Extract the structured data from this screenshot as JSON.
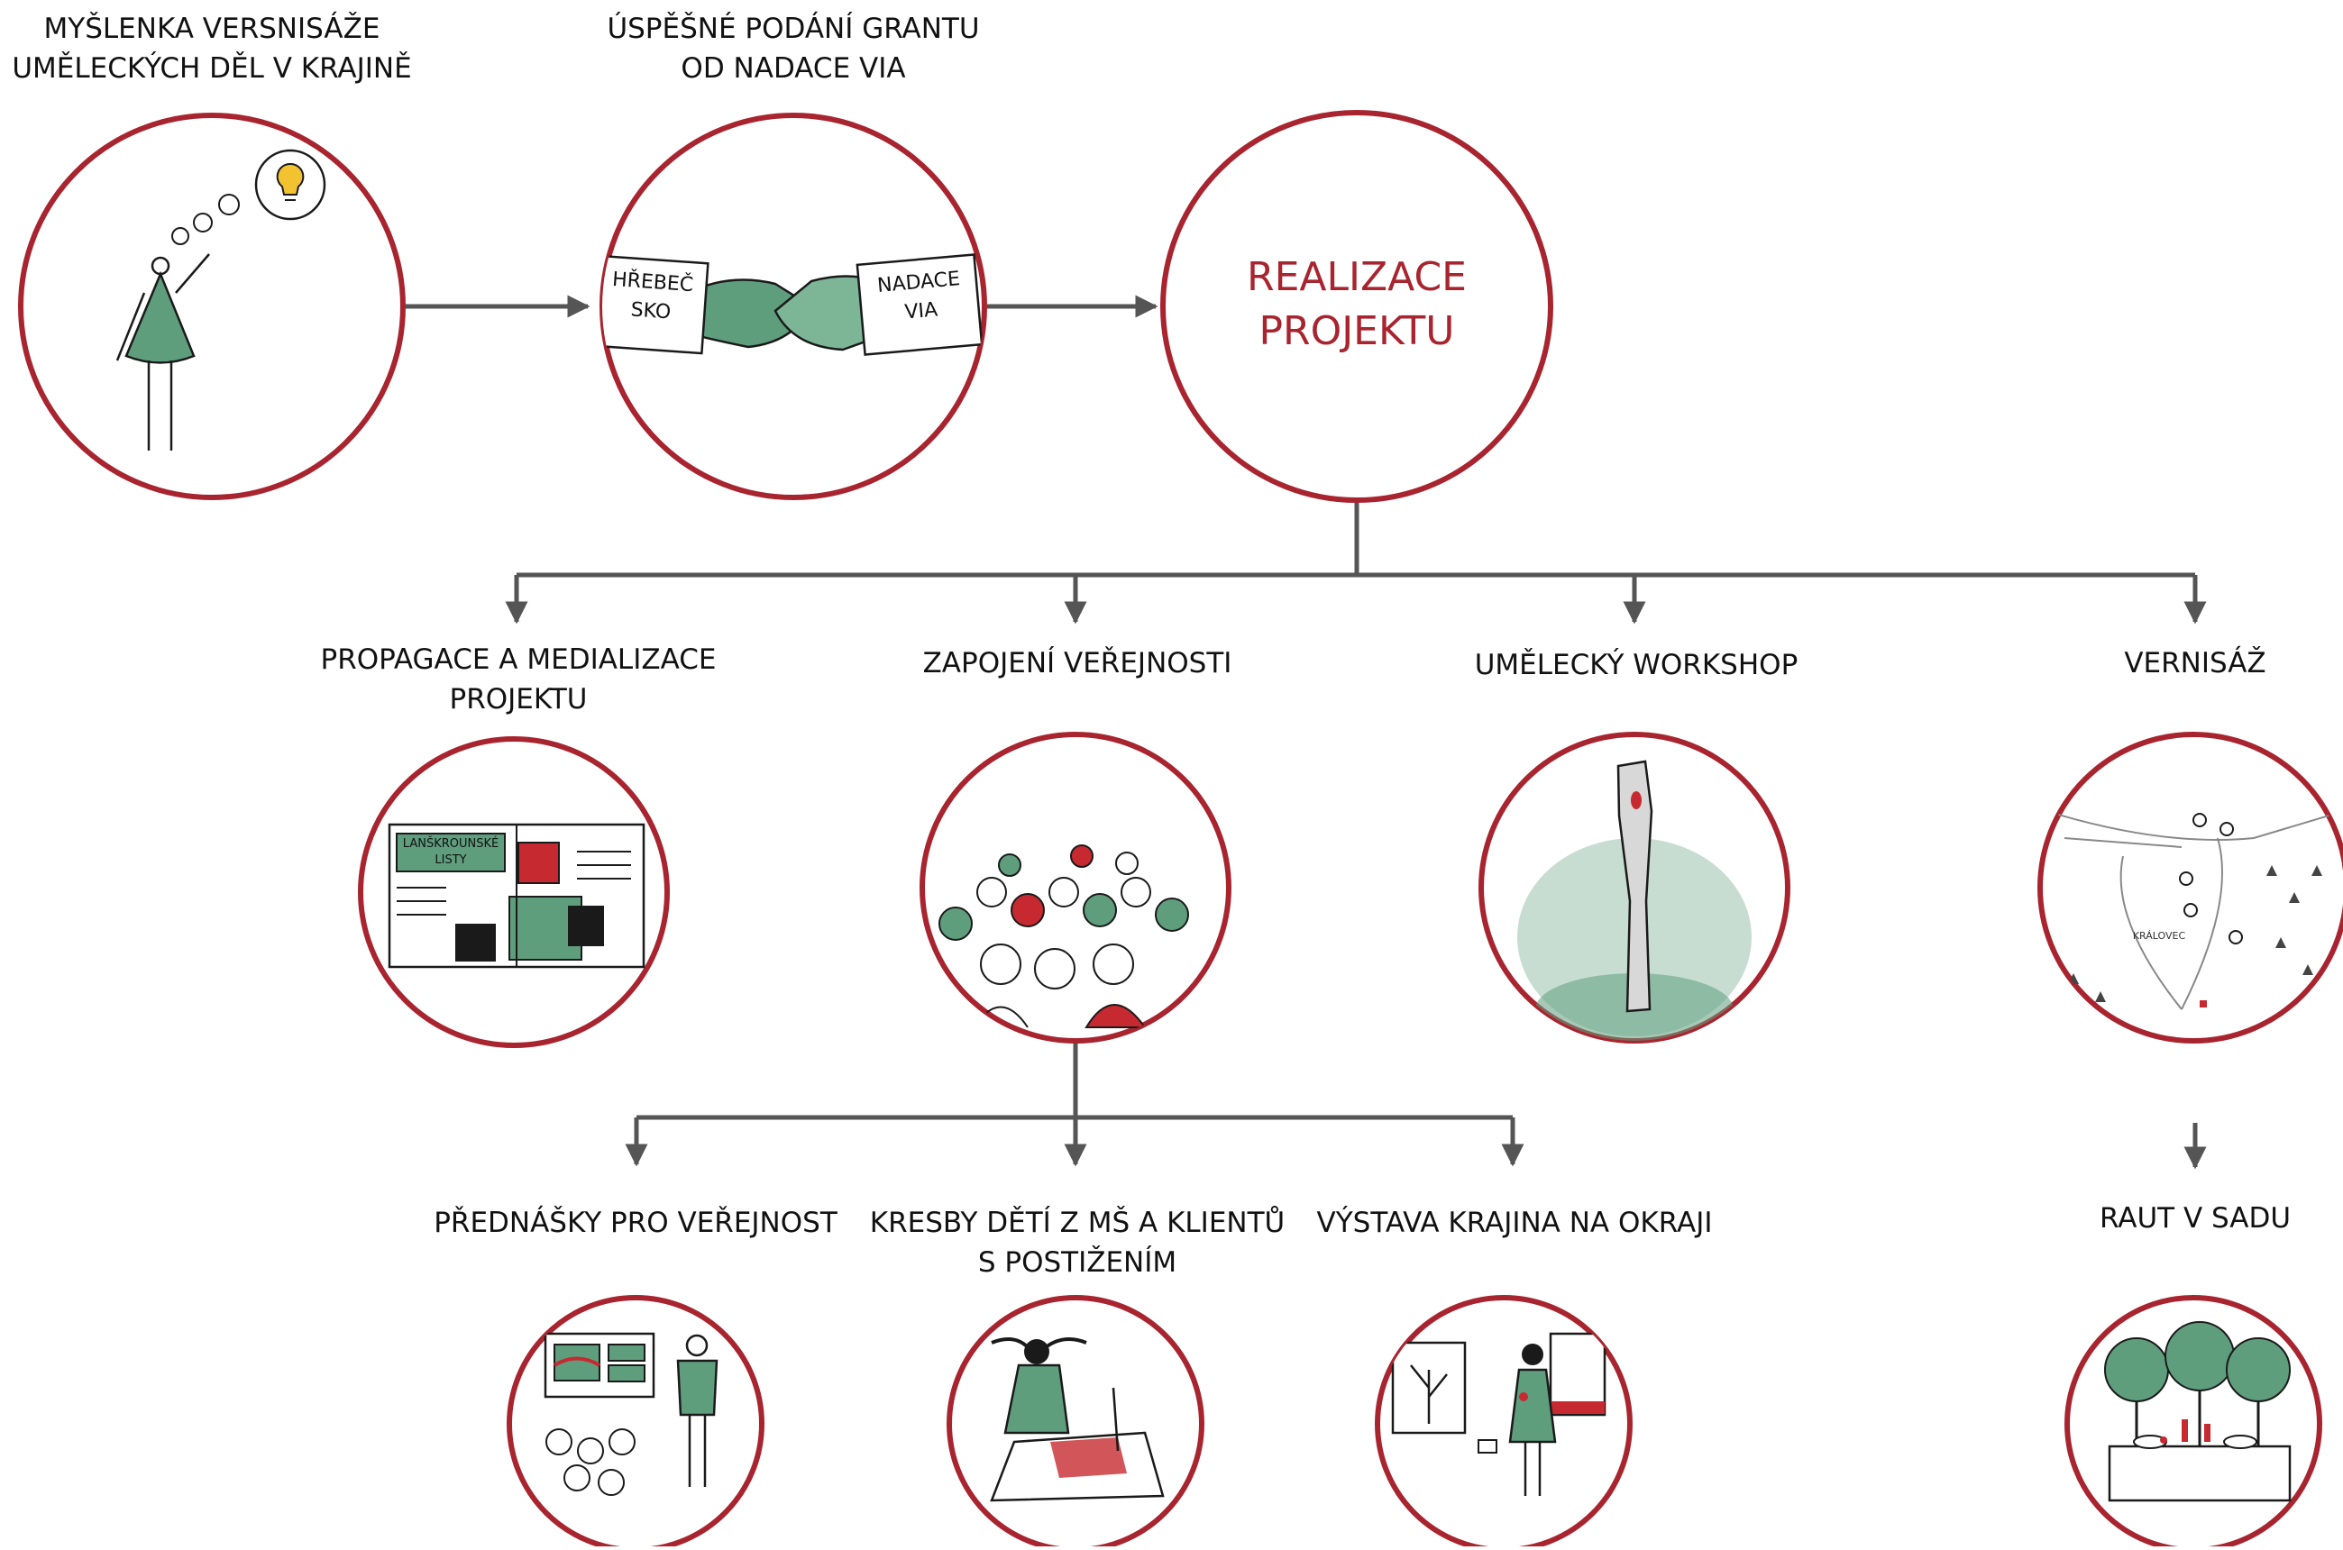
{
  "colors": {
    "ring": "#a8242f",
    "line": "#555555",
    "green": "#5f9e7d",
    "red": "#c62a30",
    "ink": "#1a1a1a",
    "bulb": "#f2c231"
  },
  "top": {
    "idea": {
      "line1": "MYŠLENKA VERSNISÁŽE",
      "line2": "UMĚLECKÝCH DĚL V KRAJINĚ"
    },
    "grant": {
      "line1": "ÚSPĚŠNÉ PODÁNÍ GRANTU",
      "line2": "OD NADACE VIA",
      "card_left_1": "HŘEBEČ",
      "card_left_2": "SKO",
      "card_right_1": "NADACE",
      "card_right_2": "VIA"
    },
    "center": {
      "line1": "REALIZACE",
      "line2": "PROJEKTU"
    }
  },
  "middle": {
    "propagace": {
      "line1": "PROPAGACE A MEDIALIZACE",
      "line2": "PROJEKTU",
      "paper_title": "LANŠKROUNSKÉ",
      "paper_sub": "LISTY"
    },
    "zapojeni": {
      "line1": "ZAPOJENÍ VEŘEJNOSTI"
    },
    "workshop": {
      "line1": "UMĚLECKÝ WORKSHOP"
    },
    "vernisaz": {
      "line1": "VERNISÁŽ",
      "map_label": "KRÁLOVEC"
    }
  },
  "bottom": {
    "prednasky": {
      "line1": "PŘEDNÁŠKY PRO VEŘEJNOST"
    },
    "kresby": {
      "line1": "KRESBY DĚTÍ Z MŠ A KLIENTŮ",
      "line2": "S POSTIŽENÍM"
    },
    "vystava": {
      "line1": "VÝSTAVA KRAJINA NA OKRAJI"
    },
    "raut": {
      "line1": "RAUT V SADU"
    }
  }
}
